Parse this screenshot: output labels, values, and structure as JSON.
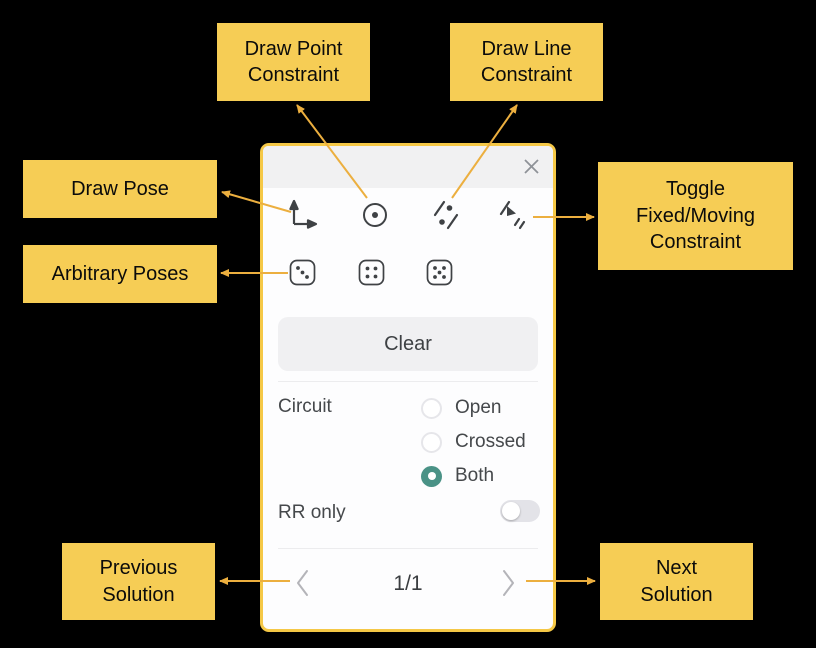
{
  "colors": {
    "annotation_yellow": "#F6CD55",
    "panel_border_yellow": "#F5C846",
    "arrow_gold": "#ECAF3F",
    "selected_teal": "#4A9286",
    "icon_gray": "#3F4245",
    "panel_text_gray": "#45484B"
  },
  "panel": {
    "header": {
      "close_icon": "close-icon"
    },
    "toolbar": {
      "pose_icon": "pose-axes-icon",
      "point_icon": "point-constraint-icon",
      "line_icon": "line-constraint-icon",
      "fixed_moving_icon": "fixed-moving-constraint-icon"
    },
    "pose_dice": [
      "dice-3-icon",
      "dice-4-icon",
      "dice-5-icon"
    ],
    "clear_button": "Clear",
    "circuit": {
      "label": "Circuit",
      "options": [
        {
          "label": "Open",
          "selected": false
        },
        {
          "label": "Crossed",
          "selected": false
        },
        {
          "label": "Both",
          "selected": true
        }
      ]
    },
    "rr_only": {
      "label": "RR only",
      "on": false
    },
    "pagination": {
      "page_indicator": "1/1",
      "prev_icon": "chevron-left-icon",
      "next_icon": "chevron-right-icon"
    }
  },
  "annotations": {
    "draw_point": {
      "text": "Draw Point\nConstraint"
    },
    "draw_line": {
      "text": "Draw Line\nConstraint"
    },
    "draw_pose": {
      "text": "Draw Pose"
    },
    "arbitrary": {
      "text": "Arbitrary Poses"
    },
    "toggle_fixed": {
      "text": "Toggle\nFixed/Moving\nConstraint"
    },
    "prev": {
      "text": "Previous\nSolution"
    },
    "next": {
      "text": "Next\nSolution"
    }
  }
}
